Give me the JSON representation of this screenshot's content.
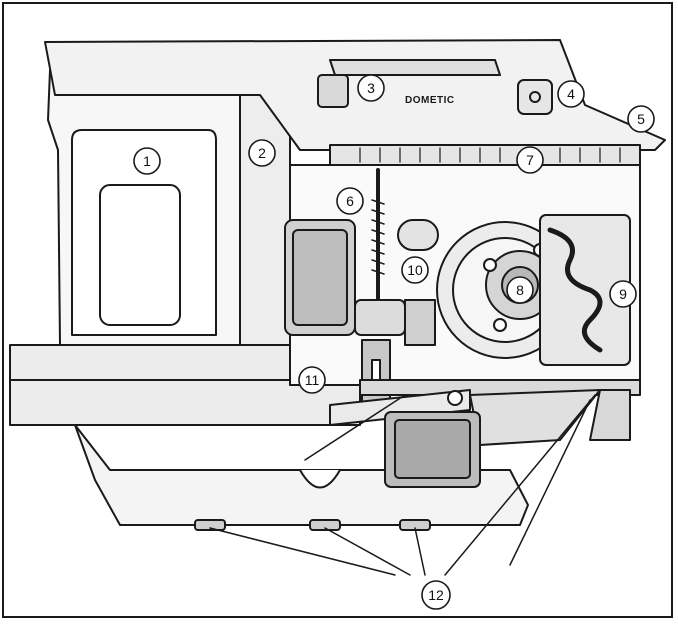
{
  "diagram": {
    "brand_text": "DOMETIC",
    "colors": {
      "stroke": "#1a1a1a",
      "fill_light": "#f2f2f2",
      "fill_mid": "#d9d9d9",
      "fill_dark": "#8c8c8c",
      "background": "#ffffff"
    },
    "callouts": [
      {
        "id": "c1",
        "label": "1"
      },
      {
        "id": "c2",
        "label": "2"
      },
      {
        "id": "c3",
        "label": "3"
      },
      {
        "id": "c4",
        "label": "4"
      },
      {
        "id": "c5",
        "label": "5"
      },
      {
        "id": "c6",
        "label": "6"
      },
      {
        "id": "c7",
        "label": "7"
      },
      {
        "id": "c8",
        "label": "8"
      },
      {
        "id": "c9",
        "label": "9"
      },
      {
        "id": "c10",
        "label": "10"
      },
      {
        "id": "c11",
        "label": "11"
      },
      {
        "id": "c12",
        "label": "12"
      }
    ]
  }
}
